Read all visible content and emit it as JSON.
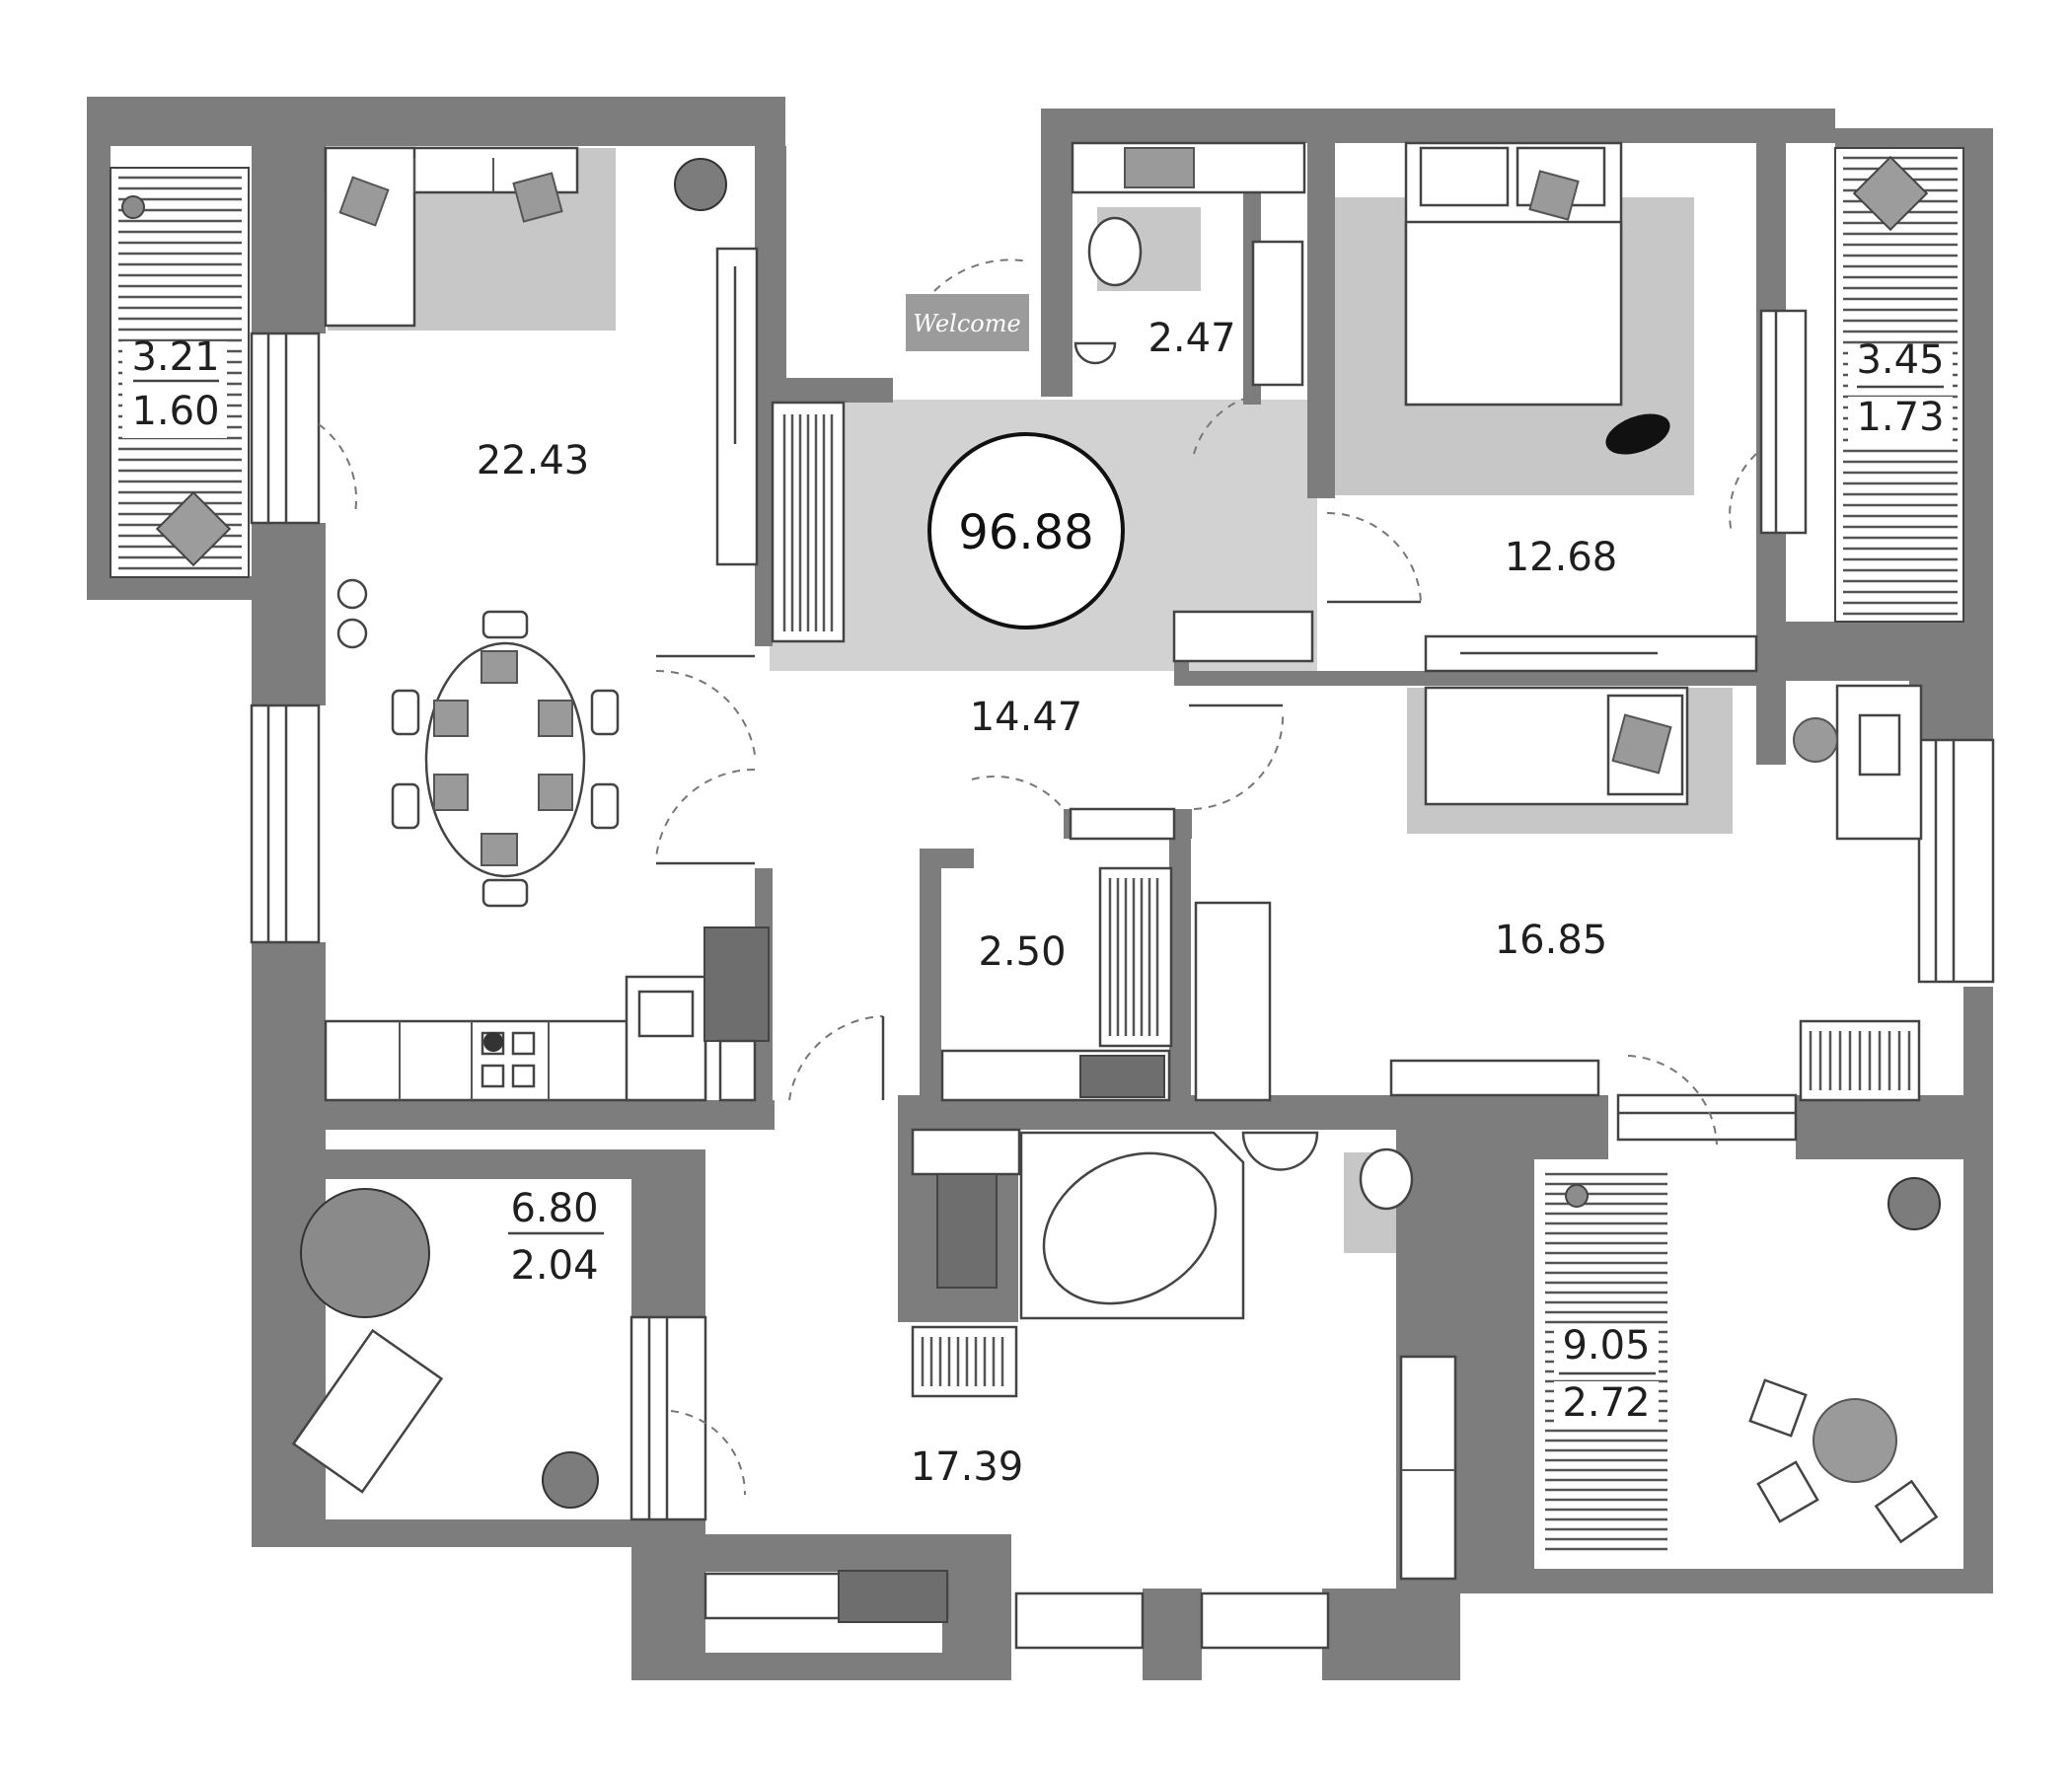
{
  "plan": {
    "total_area": "96.88",
    "rooms": [
      {
        "id": "kitchen-living",
        "area": "22.43"
      },
      {
        "id": "hall",
        "area": "14.47"
      },
      {
        "id": "wc",
        "area": "2.47"
      },
      {
        "id": "bedroom",
        "area": "12.68"
      },
      {
        "id": "child-room",
        "area": "16.85"
      },
      {
        "id": "wardrobe",
        "area": "2.50"
      },
      {
        "id": "bathroom",
        "area": "17.39"
      }
    ],
    "balconies": [
      {
        "id": "balcony-left",
        "area": "3.21",
        "reduced": "1.60"
      },
      {
        "id": "balcony-right",
        "area": "3.45",
        "reduced": "1.73"
      },
      {
        "id": "terrace-left",
        "area": "6.80",
        "reduced": "2.04"
      },
      {
        "id": "terrace-right",
        "area": "9.05",
        "reduced": "2.72"
      }
    ],
    "doormat_text": "Welcome"
  }
}
